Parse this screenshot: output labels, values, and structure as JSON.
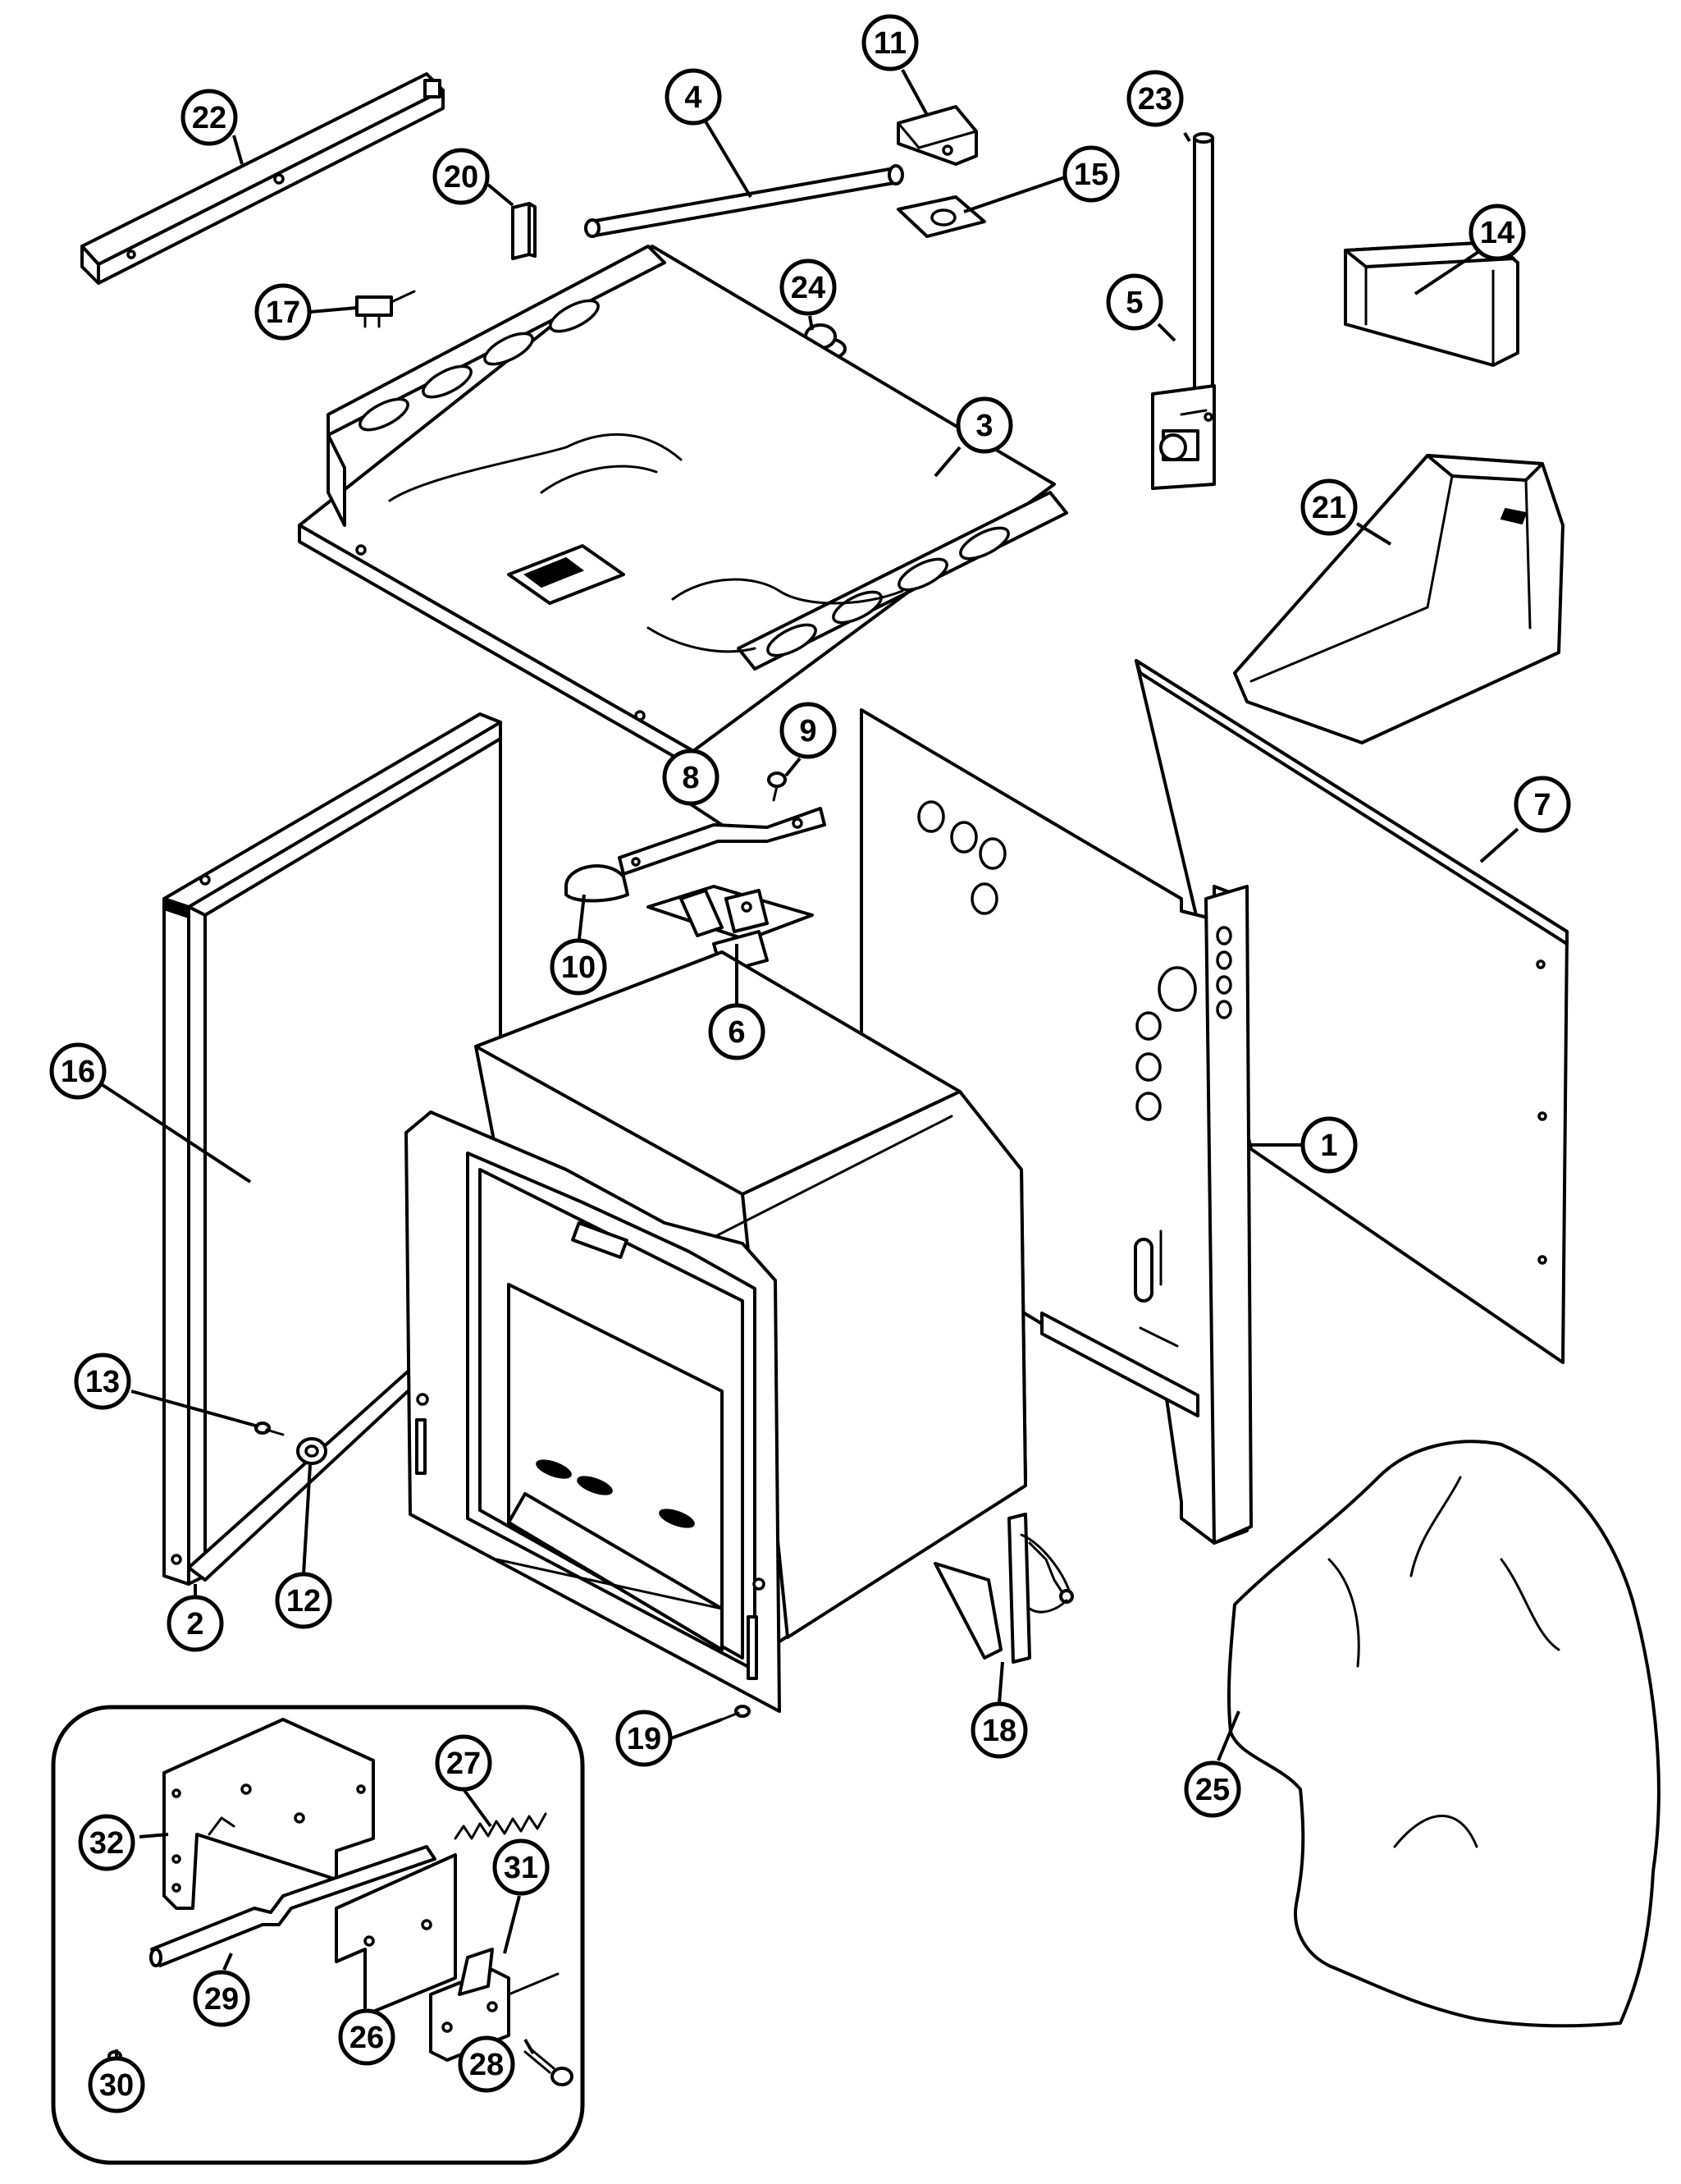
{
  "diagram": {
    "callouts": [
      {
        "id": "1",
        "label": "1"
      },
      {
        "id": "2",
        "label": "2"
      },
      {
        "id": "3",
        "label": "3"
      },
      {
        "id": "4",
        "label": "4"
      },
      {
        "id": "5",
        "label": "5"
      },
      {
        "id": "6",
        "label": "6"
      },
      {
        "id": "7",
        "label": "7"
      },
      {
        "id": "8",
        "label": "8"
      },
      {
        "id": "9",
        "label": "9"
      },
      {
        "id": "10",
        "label": "10"
      },
      {
        "id": "11",
        "label": "11"
      },
      {
        "id": "12",
        "label": "12"
      },
      {
        "id": "13",
        "label": "13"
      },
      {
        "id": "14",
        "label": "14"
      },
      {
        "id": "15",
        "label": "15"
      },
      {
        "id": "16",
        "label": "16"
      },
      {
        "id": "17",
        "label": "17"
      },
      {
        "id": "18",
        "label": "18"
      },
      {
        "id": "19",
        "label": "19"
      },
      {
        "id": "20",
        "label": "20"
      },
      {
        "id": "21",
        "label": "21"
      },
      {
        "id": "22",
        "label": "22"
      },
      {
        "id": "23",
        "label": "23"
      },
      {
        "id": "24",
        "label": "24"
      },
      {
        "id": "25",
        "label": "25"
      },
      {
        "id": "26",
        "label": "26"
      },
      {
        "id": "27",
        "label": "27"
      },
      {
        "id": "28",
        "label": "28"
      },
      {
        "id": "29",
        "label": "29"
      },
      {
        "id": "30",
        "label": "30"
      },
      {
        "id": "31",
        "label": "31"
      },
      {
        "id": "32",
        "label": "32"
      }
    ]
  }
}
